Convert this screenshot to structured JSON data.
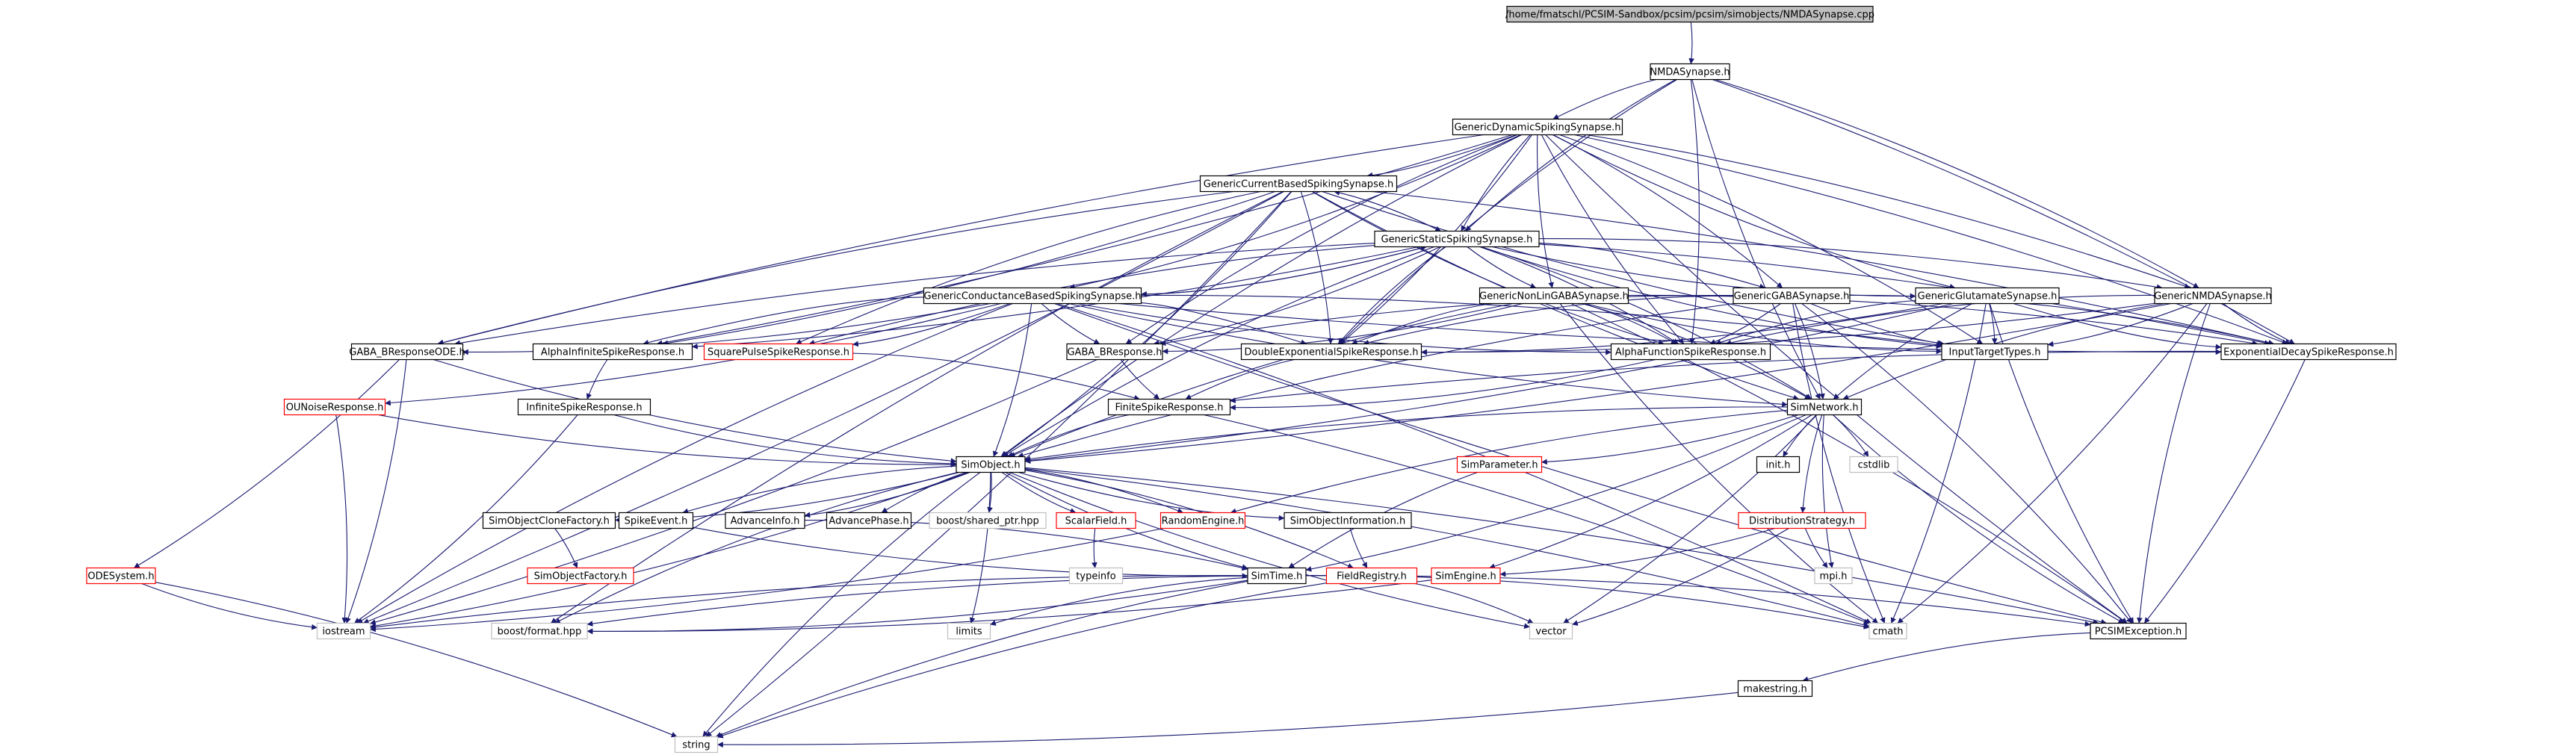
{
  "colors": {
    "edge": "#191970",
    "box_normal": "#000000",
    "box_missing": "#ff0000",
    "box_external": "#bfbfbf",
    "root_fill": "#bfbfbf",
    "text": "#000000"
  },
  "nodes": [
    {
      "id": "root",
      "label": "/home/fmatschl/PCSIM-Sandbox/pcsim/pcsim/simobjects/NMDASynapse.cpp",
      "kind": "root"
    },
    {
      "id": "nmda",
      "label": "NMDASynapse.h",
      "kind": "normal"
    },
    {
      "id": "gdss",
      "label": "GenericDynamicSpikingSynapse.h",
      "kind": "normal"
    },
    {
      "id": "gcbss",
      "label": "GenericCurrentBasedSpikingSynapse.h",
      "kind": "normal"
    },
    {
      "id": "gsss",
      "label": "GenericStaticSpikingSynapse.h",
      "kind": "normal"
    },
    {
      "id": "gcondss",
      "label": "GenericConductanceBasedSpikingSynapse.h",
      "kind": "normal"
    },
    {
      "id": "gnlgaba",
      "label": "GenericNonLinGABASynapse.h",
      "kind": "normal"
    },
    {
      "id": "ggaba",
      "label": "GenericGABASynapse.h",
      "kind": "normal"
    },
    {
      "id": "gglu",
      "label": "GenericGlutamateSynapse.h",
      "kind": "normal"
    },
    {
      "id": "gnmda",
      "label": "GenericNMDASynapse.h",
      "kind": "normal"
    },
    {
      "id": "gabaode",
      "label": "GABA_BResponseODE.h",
      "kind": "normal"
    },
    {
      "id": "alphainf",
      "label": "AlphaInfiniteSpikeResponse.h",
      "kind": "normal"
    },
    {
      "id": "squarepulse",
      "label": "SquarePulseSpikeResponse.h",
      "kind": "missing"
    },
    {
      "id": "gabab",
      "label": "GABA_BResponse.h",
      "kind": "normal"
    },
    {
      "id": "doubleexp",
      "label": "DoubleExponentialSpikeResponse.h",
      "kind": "normal"
    },
    {
      "id": "alphafunc",
      "label": "AlphaFunctionSpikeResponse.h",
      "kind": "normal"
    },
    {
      "id": "inputtarget",
      "label": "InputTargetTypes.h",
      "kind": "normal"
    },
    {
      "id": "expdecay",
      "label": "ExponentialDecaySpikeResponse.h",
      "kind": "normal"
    },
    {
      "id": "ounoise",
      "label": "OUNoiseResponse.h",
      "kind": "missing"
    },
    {
      "id": "infinitespike",
      "label": "InfiniteSpikeResponse.h",
      "kind": "normal"
    },
    {
      "id": "finitespike",
      "label": "FiniteSpikeResponse.h",
      "kind": "normal"
    },
    {
      "id": "simnetwork",
      "label": "SimNetwork.h",
      "kind": "normal"
    },
    {
      "id": "simobject",
      "label": "SimObject.h",
      "kind": "normal"
    },
    {
      "id": "simparam",
      "label": "SimParameter.h",
      "kind": "missing"
    },
    {
      "id": "inith",
      "label": "init.h",
      "kind": "normal"
    },
    {
      "id": "cstdlib",
      "label": "cstdlib",
      "kind": "external"
    },
    {
      "id": "socf",
      "label": "SimObjectCloneFactory.h",
      "kind": "normal"
    },
    {
      "id": "spikeevent",
      "label": "SpikeEvent.h",
      "kind": "normal"
    },
    {
      "id": "advinfo",
      "label": "AdvanceInfo.h",
      "kind": "normal"
    },
    {
      "id": "advphase",
      "label": "AdvancePhase.h",
      "kind": "normal"
    },
    {
      "id": "sharedptr",
      "label": "boost/shared_ptr.hpp",
      "kind": "external"
    },
    {
      "id": "scalarfield",
      "label": "ScalarField.h",
      "kind": "missing"
    },
    {
      "id": "randomengine",
      "label": "RandomEngine.h",
      "kind": "missing"
    },
    {
      "id": "soinfo",
      "label": "SimObjectInformation.h",
      "kind": "normal"
    },
    {
      "id": "diststrat",
      "label": "DistributionStrategy.h",
      "kind": "missing"
    },
    {
      "id": "odesystem",
      "label": "ODESystem.h",
      "kind": "missing"
    },
    {
      "id": "sofactory",
      "label": "SimObjectFactory.h",
      "kind": "missing"
    },
    {
      "id": "typeinfo",
      "label": "typeinfo",
      "kind": "external"
    },
    {
      "id": "simtime",
      "label": "SimTime.h",
      "kind": "normal"
    },
    {
      "id": "fieldreg",
      "label": "FieldRegistry.h",
      "kind": "missing"
    },
    {
      "id": "simengine",
      "label": "SimEngine.h",
      "kind": "missing"
    },
    {
      "id": "mpih",
      "label": "mpi.h",
      "kind": "external"
    },
    {
      "id": "iostream",
      "label": "iostream",
      "kind": "external"
    },
    {
      "id": "boostformat",
      "label": "boost/format.hpp",
      "kind": "external"
    },
    {
      "id": "limits",
      "label": "limits",
      "kind": "external"
    },
    {
      "id": "vector",
      "label": "vector",
      "kind": "external"
    },
    {
      "id": "cmath",
      "label": "cmath",
      "kind": "external"
    },
    {
      "id": "pcsimexc",
      "label": "PCSIMException.h",
      "kind": "normal"
    },
    {
      "id": "makestring",
      "label": "makestring.h",
      "kind": "normal"
    },
    {
      "id": "string",
      "label": "string",
      "kind": "external"
    }
  ],
  "edges": [
    [
      "root",
      "nmda"
    ],
    [
      "nmda",
      "gdss"
    ],
    [
      "nmda",
      "gnmda"
    ],
    [
      "nmda",
      "gsss"
    ],
    [
      "nmda",
      "alphafunc"
    ],
    [
      "nmda",
      "doubleexp"
    ],
    [
      "nmda",
      "expdecay"
    ],
    [
      "nmda",
      "simnetwork"
    ],
    [
      "gdss",
      "gcbss"
    ],
    [
      "gdss",
      "gsss"
    ],
    [
      "gdss",
      "gcondss"
    ],
    [
      "gdss",
      "gnlgaba"
    ],
    [
      "gdss",
      "ggaba"
    ],
    [
      "gdss",
      "gglu"
    ],
    [
      "gdss",
      "gnmda"
    ],
    [
      "gdss",
      "gabaode"
    ],
    [
      "gdss",
      "alphainf"
    ],
    [
      "gdss",
      "gabab"
    ],
    [
      "gdss",
      "doubleexp"
    ],
    [
      "gdss",
      "alphafunc"
    ],
    [
      "gdss",
      "expdecay"
    ],
    [
      "gdss",
      "simobject"
    ],
    [
      "gdss",
      "inputtarget"
    ],
    [
      "gdss",
      "pcsimexc"
    ],
    [
      "gcbss",
      "gsss"
    ],
    [
      "gcbss",
      "gabaode"
    ],
    [
      "gcbss",
      "alphainf"
    ],
    [
      "gcbss",
      "squarepulse"
    ],
    [
      "gcbss",
      "doubleexp"
    ],
    [
      "gcbss",
      "alphafunc"
    ],
    [
      "gcbss",
      "expdecay"
    ],
    [
      "gcbss",
      "inputtarget"
    ],
    [
      "gcbss",
      "simobject"
    ],
    [
      "gcbss",
      "simnetwork"
    ],
    [
      "gcbss",
      "iostream"
    ],
    [
      "gcbss",
      "boostformat"
    ],
    [
      "gcbss",
      "string"
    ],
    [
      "gsss",
      "gcbss"
    ],
    [
      "gsss",
      "gcondss"
    ],
    [
      "gsss",
      "gnlgaba"
    ],
    [
      "gsss",
      "ggaba"
    ],
    [
      "gsss",
      "gglu"
    ],
    [
      "gsss",
      "gnmda"
    ],
    [
      "gsss",
      "gabaode"
    ],
    [
      "gsss",
      "alphainf"
    ],
    [
      "gsss",
      "squarepulse"
    ],
    [
      "gsss",
      "gabab"
    ],
    [
      "gsss",
      "doubleexp"
    ],
    [
      "gsss",
      "alphafunc"
    ],
    [
      "gsss",
      "inputtarget"
    ],
    [
      "gsss",
      "expdecay"
    ],
    [
      "gsss",
      "simobject"
    ],
    [
      "gsss",
      "simnetwork"
    ],
    [
      "gcondss",
      "gsss"
    ],
    [
      "gcondss",
      "gabaode"
    ],
    [
      "gcondss",
      "alphainf"
    ],
    [
      "gcondss",
      "squarepulse"
    ],
    [
      "gcondss",
      "gabab"
    ],
    [
      "gcondss",
      "doubleexp"
    ],
    [
      "gcondss",
      "alphafunc"
    ],
    [
      "gcondss",
      "inputtarget"
    ],
    [
      "gcondss",
      "expdecay"
    ],
    [
      "gcondss",
      "simobject"
    ],
    [
      "gcondss",
      "simnetwork"
    ],
    [
      "gcondss",
      "ounoise"
    ],
    [
      "gcondss",
      "iostream"
    ],
    [
      "gcondss",
      "cmath"
    ],
    [
      "gcondss",
      "pcsimexc"
    ],
    [
      "gnlgaba",
      "gabab"
    ],
    [
      "gnlgaba",
      "doubleexp"
    ],
    [
      "gnlgaba",
      "alphafunc"
    ],
    [
      "gnlgaba",
      "inputtarget"
    ],
    [
      "gnlgaba",
      "expdecay"
    ],
    [
      "gnlgaba",
      "simobject"
    ],
    [
      "gnlgaba",
      "simnetwork"
    ],
    [
      "gnlgaba",
      "cmath"
    ],
    [
      "gnlgaba",
      "pcsimexc"
    ],
    [
      "ggaba",
      "doubleexp"
    ],
    [
      "ggaba",
      "alphafunc"
    ],
    [
      "ggaba",
      "inputtarget"
    ],
    [
      "ggaba",
      "expdecay"
    ],
    [
      "ggaba",
      "simobject"
    ],
    [
      "ggaba",
      "simnetwork"
    ],
    [
      "ggaba",
      "cmath"
    ],
    [
      "ggaba",
      "pcsimexc"
    ],
    [
      "ggaba",
      "gabab"
    ],
    [
      "gglu",
      "doubleexp"
    ],
    [
      "gglu",
      "alphafunc"
    ],
    [
      "gglu",
      "inputtarget"
    ],
    [
      "gglu",
      "expdecay"
    ],
    [
      "gglu",
      "simobject"
    ],
    [
      "gglu",
      "simnetwork"
    ],
    [
      "gglu",
      "cmath"
    ],
    [
      "gglu",
      "pcsimexc"
    ],
    [
      "gnmda",
      "doubleexp"
    ],
    [
      "gnmda",
      "alphafunc"
    ],
    [
      "gnmda",
      "inputtarget"
    ],
    [
      "gnmda",
      "expdecay"
    ],
    [
      "gnmda",
      "simobject"
    ],
    [
      "gnmda",
      "simnetwork"
    ],
    [
      "gnmda",
      "cmath"
    ],
    [
      "gnmda",
      "pcsimexc"
    ],
    [
      "gabaode",
      "odesystem"
    ],
    [
      "gabaode",
      "simobject"
    ],
    [
      "gabaode",
      "iostream"
    ],
    [
      "alphainf",
      "infinitespike"
    ],
    [
      "squarepulse",
      "finitespike"
    ],
    [
      "gabab",
      "finitespike"
    ],
    [
      "gabab",
      "iostream"
    ],
    [
      "doubleexp",
      "finitespike"
    ],
    [
      "alphafunc",
      "finitespike"
    ],
    [
      "expdecay",
      "finitespike"
    ],
    [
      "expdecay",
      "pcsimexc"
    ],
    [
      "ounoise",
      "simobject"
    ],
    [
      "ounoise",
      "iostream"
    ],
    [
      "infinitespike",
      "simobject"
    ],
    [
      "infinitespike",
      "iostream"
    ],
    [
      "finitespike",
      "simobject"
    ],
    [
      "finitespike",
      "cmath"
    ],
    [
      "simnetwork",
      "simobject"
    ],
    [
      "simnetwork",
      "simparam"
    ],
    [
      "simnetwork",
      "inith"
    ],
    [
      "simnetwork",
      "cstdlib"
    ],
    [
      "simnetwork",
      "diststrat"
    ],
    [
      "simnetwork",
      "simengine"
    ],
    [
      "simnetwork",
      "randomengine"
    ],
    [
      "simnetwork",
      "simtime"
    ],
    [
      "simnetwork",
      "mpih"
    ],
    [
      "simnetwork",
      "vector"
    ],
    [
      "simnetwork",
      "pcsimexc"
    ],
    [
      "simobject",
      "socf"
    ],
    [
      "simobject",
      "spikeevent"
    ],
    [
      "simobject",
      "advinfo"
    ],
    [
      "simobject",
      "advphase"
    ],
    [
      "simobject",
      "sharedptr"
    ],
    [
      "simobject",
      "scalarfield"
    ],
    [
      "simobject",
      "randomengine"
    ],
    [
      "simobject",
      "soinfo"
    ],
    [
      "simobject",
      "fieldreg"
    ],
    [
      "simobject",
      "simtime"
    ],
    [
      "simobject",
      "iostream"
    ],
    [
      "simobject",
      "boostformat"
    ],
    [
      "simobject",
      "limits"
    ],
    [
      "simobject",
      "vector"
    ],
    [
      "simobject",
      "cmath"
    ],
    [
      "simobject",
      "string"
    ],
    [
      "simobject",
      "pcsimexc"
    ],
    [
      "simparam",
      "simtime"
    ],
    [
      "socf",
      "sofactory"
    ],
    [
      "spikeevent",
      "simtime"
    ],
    [
      "advinfo",
      "simtime"
    ],
    [
      "scalarfield",
      "typeinfo"
    ],
    [
      "randomengine",
      "iostream"
    ],
    [
      "soinfo",
      "fieldreg"
    ],
    [
      "diststrat",
      "simengine"
    ],
    [
      "diststrat",
      "mpih"
    ],
    [
      "diststrat",
      "vector"
    ],
    [
      "odesystem",
      "iostream"
    ],
    [
      "odesystem",
      "string"
    ],
    [
      "simtime",
      "iostream"
    ],
    [
      "simtime",
      "boostformat"
    ],
    [
      "simtime",
      "limits"
    ],
    [
      "simtime",
      "cmath"
    ],
    [
      "simtime",
      "string"
    ],
    [
      "simtime",
      "pcsimexc"
    ],
    [
      "fieldreg",
      "boostformat"
    ],
    [
      "fieldreg",
      "vector"
    ],
    [
      "fieldreg",
      "string"
    ],
    [
      "simengine",
      "boostformat"
    ],
    [
      "pcsimexc",
      "makestring"
    ],
    [
      "makestring",
      "string"
    ]
  ]
}
